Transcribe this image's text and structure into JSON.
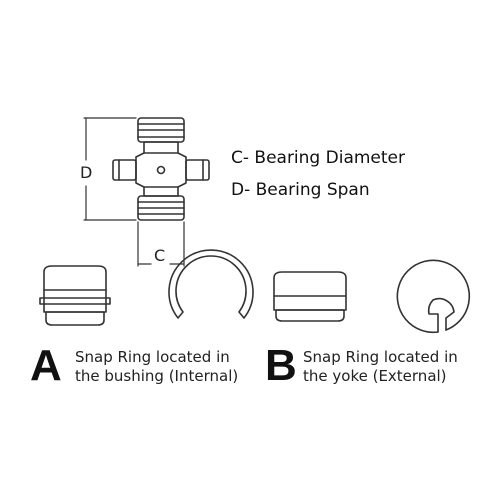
{
  "dimensions": {
    "d_label": "D",
    "c_label": "C"
  },
  "legend": {
    "c_text": "C- Bearing Diameter",
    "d_text": "D- Bearing Span"
  },
  "option_a": {
    "letter": "A",
    "line1": "Snap Ring located in",
    "line2": "the bushing (Internal)"
  },
  "option_b": {
    "letter": "B",
    "line1": "Snap Ring located in",
    "line2": "the yoke (External)"
  },
  "colors": {
    "stroke": "#333333",
    "text": "#111111"
  }
}
